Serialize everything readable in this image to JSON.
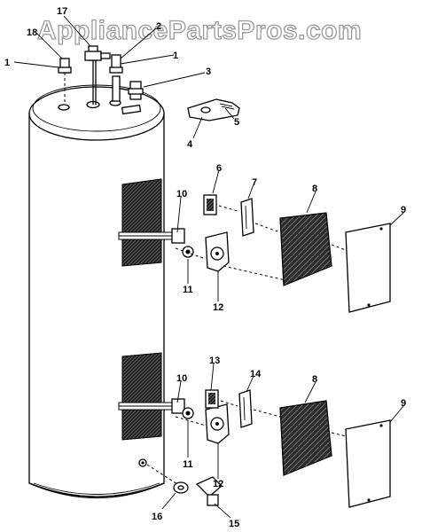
{
  "watermark": "AppliancePartsPros.com",
  "callouts": [
    "1",
    "2",
    "3",
    "4",
    "5",
    "6",
    "7",
    "8",
    "9",
    "10",
    "11",
    "12",
    "13",
    "14",
    "15",
    "16",
    "17",
    "18"
  ],
  "colors": {
    "ink": "#000000",
    "background": "#ffffff",
    "watermark": "#9a9a9a",
    "pad": "#2a2a2a"
  }
}
